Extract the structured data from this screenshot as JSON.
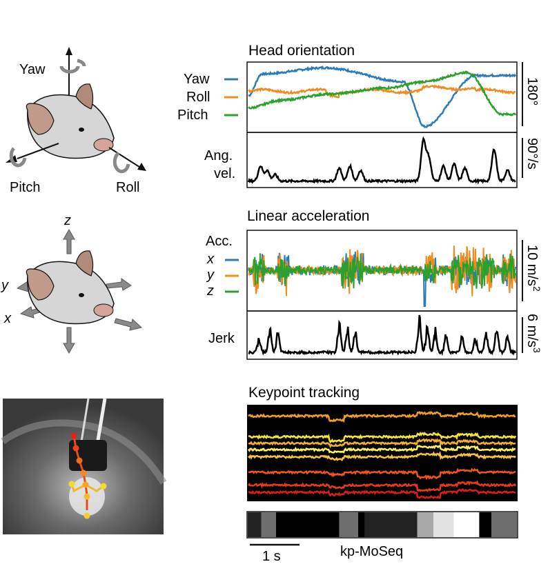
{
  "colors": {
    "yaw": "#2b7bb9",
    "roll": "#f08c1f",
    "pitch": "#2ca02c",
    "trace": "#000000",
    "syllable_gray_dark": "#222222",
    "syllable_gray_mid": "#6e6e6e",
    "syllable_gray_light": "#a8a8a8",
    "syllable_gray_pale": "#e2e2e2"
  },
  "icons": {
    "mouse_rotation": "mouse-head-rotation-axes-icon",
    "mouse_translation": "mouse-head-translation-axes-icon",
    "camera_frame": "keypoint-camera-frame-image"
  },
  "left": {
    "rotation_labels": {
      "yaw": "Yaw",
      "pitch": "Pitch",
      "roll": "Roll"
    },
    "translation_labels": {
      "z": "z",
      "y": "y",
      "x": "x"
    }
  },
  "chart_data": [
    {
      "type": "line",
      "title": "Head orientation",
      "series": [
        {
          "name": "Yaw",
          "color_key": "yaw"
        },
        {
          "name": "Roll",
          "color_key": "roll"
        },
        {
          "name": "Pitch",
          "color_key": "pitch"
        }
      ],
      "scale_bar": "180°",
      "x_range": [
        0,
        10
      ],
      "yaw_levels": [
        [
          0,
          0.05
        ],
        [
          0.5,
          0.75
        ],
        [
          2.9,
          0.95
        ],
        [
          5.8,
          0.5
        ],
        [
          6.6,
          -0.95
        ],
        [
          8.5,
          0.7
        ],
        [
          10,
          0.7
        ]
      ],
      "roll_levels": [
        [
          0,
          0.2
        ],
        [
          10,
          0.2
        ]
      ],
      "pitch_levels": [
        [
          0,
          -0.35
        ],
        [
          1.2,
          -0.1
        ],
        [
          3.0,
          0.1
        ],
        [
          5.2,
          0.3
        ],
        [
          6.6,
          0.5
        ],
        [
          8.2,
          0.8
        ],
        [
          9.5,
          -0.55
        ],
        [
          10,
          -0.55
        ]
      ]
    },
    {
      "type": "line",
      "ylabel": "Ang.\nvel.",
      "ylabel_lines": [
        "Ang.",
        "vel."
      ],
      "scale_bar": "90°/s",
      "peaks": [
        [
          0.45,
          0.35
        ],
        [
          0.7,
          0.25
        ],
        [
          1.0,
          0.15
        ],
        [
          3.4,
          0.3
        ],
        [
          3.8,
          0.35
        ],
        [
          4.2,
          0.25
        ],
        [
          6.55,
          0.95
        ],
        [
          6.75,
          0.55
        ],
        [
          7.3,
          0.35
        ],
        [
          7.7,
          0.4
        ],
        [
          8.1,
          0.3
        ],
        [
          9.2,
          0.75
        ],
        [
          9.7,
          0.25
        ]
      ]
    },
    {
      "type": "line",
      "title": "Linear acceleration",
      "legend_title": "Acc.",
      "series": [
        {
          "name": "x",
          "color_key": "yaw"
        },
        {
          "name": "y",
          "color_key": "roll"
        },
        {
          "name": "z",
          "color_key": "pitch"
        }
      ],
      "scale_bar_base": "10 m/s",
      "scale_bar_sup": "2",
      "bursts": [
        [
          0.2,
          0.6
        ],
        [
          1.1,
          1.5
        ],
        [
          3.5,
          4.3
        ],
        [
          6.6,
          7.0
        ],
        [
          7.6,
          9.2
        ],
        [
          9.5,
          10.0
        ]
      ]
    },
    {
      "type": "line",
      "ylabel": "Jerk",
      "scale_bar_base": "6 m/s",
      "scale_bar_sup": "3",
      "peaks": [
        [
          0.4,
          0.35
        ],
        [
          0.8,
          0.6
        ],
        [
          1.1,
          0.5
        ],
        [
          3.4,
          0.7
        ],
        [
          3.7,
          0.6
        ],
        [
          4.0,
          0.5
        ],
        [
          6.4,
          0.9
        ],
        [
          6.7,
          0.7
        ],
        [
          7.0,
          0.55
        ],
        [
          7.4,
          0.45
        ],
        [
          8.0,
          0.4
        ],
        [
          8.5,
          0.35
        ],
        [
          8.9,
          0.45
        ],
        [
          9.3,
          0.6
        ],
        [
          9.7,
          0.4
        ]
      ]
    },
    {
      "type": "line",
      "title": "Keypoint tracking",
      "track_colors": [
        "#f2a11c",
        "#f7e733",
        "#f5b02a",
        "#fff25c",
        "#f7c53a",
        "#f1551b",
        "#e83a17",
        "#d81f14"
      ],
      "track_levels": [
        0.1,
        0.33,
        0.4,
        0.47,
        0.55,
        0.72,
        0.86,
        0.94
      ]
    },
    {
      "type": "heatmap",
      "label": "kp-MoSeq",
      "syllables": [
        {
          "start": 0.0,
          "end": 0.5,
          "shade": "#222222"
        },
        {
          "start": 0.5,
          "end": 1.05,
          "shade": "#6e6e6e"
        },
        {
          "start": 1.05,
          "end": 3.4,
          "shade": "#000000"
        },
        {
          "start": 3.4,
          "end": 4.1,
          "shade": "#6e6e6e"
        },
        {
          "start": 4.1,
          "end": 4.35,
          "shade": "#000000"
        },
        {
          "start": 4.35,
          "end": 6.3,
          "shade": "#222222"
        },
        {
          "start": 6.3,
          "end": 6.9,
          "shade": "#a8a8a8"
        },
        {
          "start": 6.9,
          "end": 7.65,
          "shade": "#e2e2e2"
        },
        {
          "start": 7.65,
          "end": 8.6,
          "shade": "#ffffff"
        },
        {
          "start": 8.6,
          "end": 9.05,
          "shade": "#000000"
        },
        {
          "start": 9.05,
          "end": 10.0,
          "shade": "#6e6e6e"
        }
      ],
      "scale_label": "1 s",
      "scale_length_s": 1
    }
  ]
}
